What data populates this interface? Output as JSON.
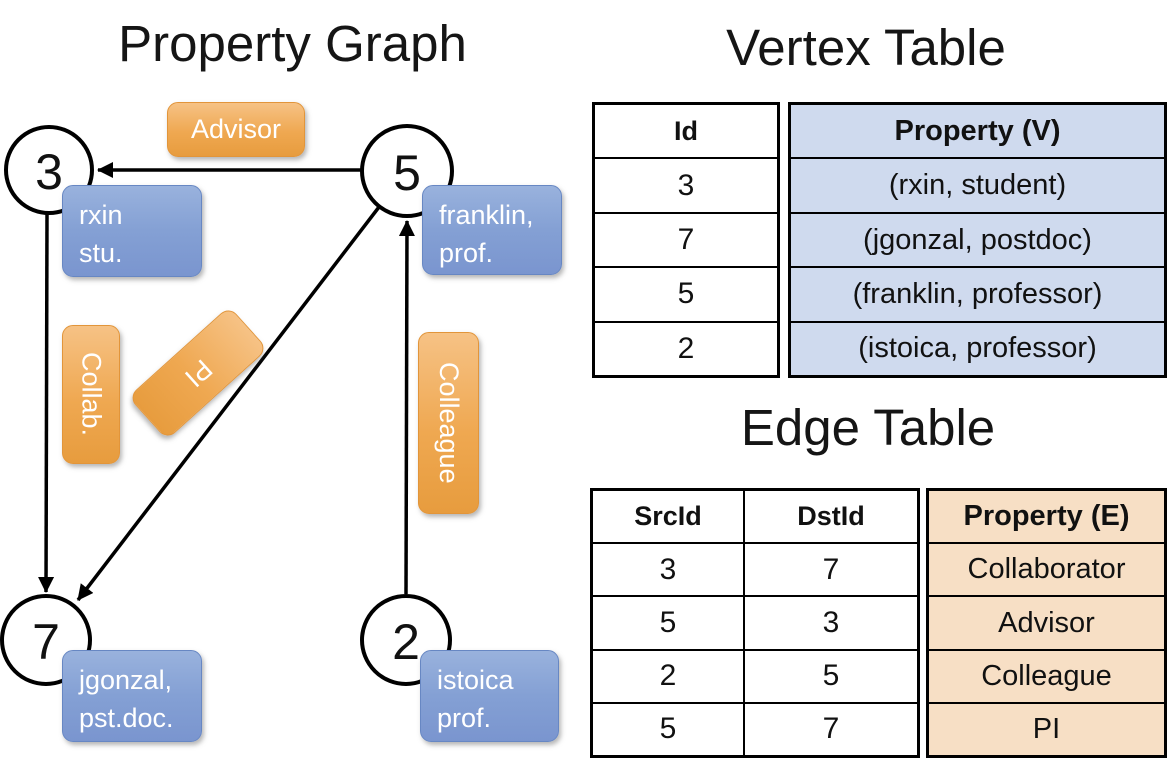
{
  "titles": {
    "graph": "Property Graph",
    "vertex": "Vertex Table",
    "edge": "Edge Table"
  },
  "graph": {
    "nodes": [
      {
        "id": "3",
        "label_line1": "rxin",
        "label_line2": "stu."
      },
      {
        "id": "5",
        "label_line1": "franklin,",
        "label_line2": "prof."
      },
      {
        "id": "7",
        "label_line1": "jgonzal,",
        "label_line2": "pst.doc."
      },
      {
        "id": "2",
        "label_line1": "istoica",
        "label_line2": "prof."
      }
    ],
    "edge_labels": {
      "advisor": "Advisor",
      "collab": "Collab.",
      "pi": "PI",
      "colleague": "Colleague"
    }
  },
  "vertex_table": {
    "headers": {
      "id": "Id",
      "property": "Property (V)"
    },
    "rows": [
      {
        "id": "3",
        "property": "(rxin, student)"
      },
      {
        "id": "7",
        "property": "(jgonzal, postdoc)"
      },
      {
        "id": "5",
        "property": "(franklin, professor)"
      },
      {
        "id": "2",
        "property": "(istoica, professor)"
      }
    ]
  },
  "edge_table": {
    "headers": {
      "src": "SrcId",
      "dst": "DstId",
      "property": "Property (E)"
    },
    "rows": [
      {
        "src": "3",
        "dst": "7",
        "property": "Collaborator"
      },
      {
        "src": "5",
        "dst": "3",
        "property": "Advisor"
      },
      {
        "src": "2",
        "dst": "5",
        "property": "Colleague"
      },
      {
        "src": "5",
        "dst": "7",
        "property": "PI"
      }
    ]
  },
  "colors": {
    "edge_label_orange": "#EFA851",
    "vertex_label_blue": "#84A0D4",
    "vertex_property_cell": "#CFDAEE",
    "edge_property_cell": "#F7DFC5",
    "line_black": "#000000"
  }
}
